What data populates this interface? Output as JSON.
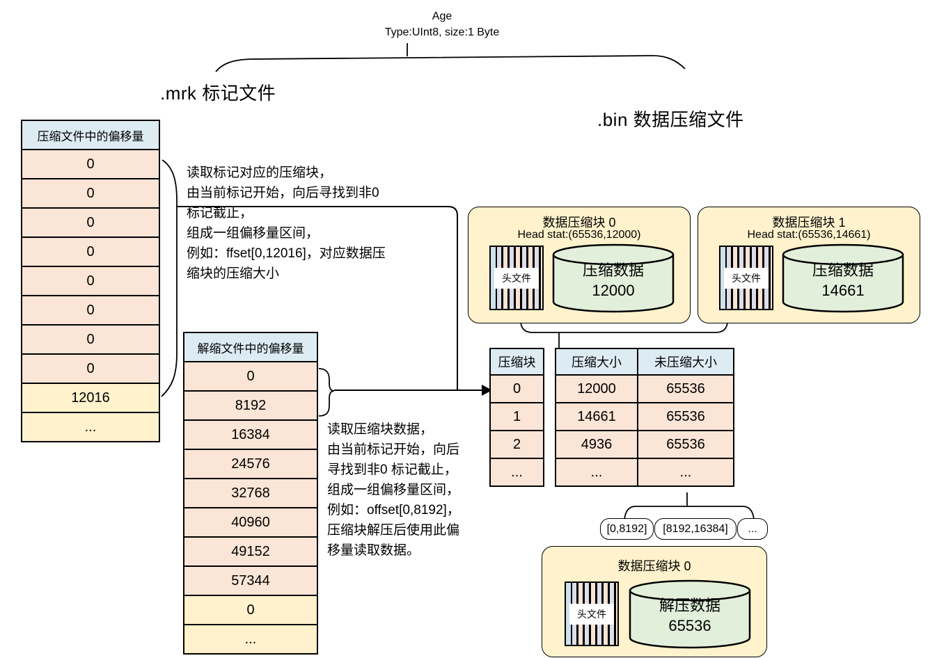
{
  "annotation": {
    "age_title": "Age",
    "age_subtitle": "Type:UInt8, size:1 Byte"
  },
  "file_labels": {
    "mrk": ".mrk 标记文件",
    "bin": ".bin 数据压缩文件"
  },
  "mrk_offset_table": {
    "header": "压缩文件中的偏移量",
    "rows": [
      "0",
      "0",
      "0",
      "0",
      "0",
      "0",
      "0",
      "0",
      "12016",
      "..."
    ]
  },
  "decompress_offset_table": {
    "header": "解缩文件中的偏移量",
    "rows": [
      "0",
      "8192",
      "16384",
      "24576",
      "32768",
      "40960",
      "49152",
      "57344",
      "0",
      "..."
    ]
  },
  "note_mark_read": {
    "lines": [
      "读取标记对应的压缩块，",
      "由当前标记开始，向后寻找到非0",
      "标记截止，",
      "组成一组偏移量区间，",
      "例如：ffset[0,12016]，对应数据压",
      "缩块的压缩大小"
    ]
  },
  "note_block_read": {
    "lines": [
      "读取压缩块数据，",
      "由当前标记开始，向后",
      "寻找到非0 标记截止，",
      "组成一组偏移量区间，",
      "例如：offset[0,8192]，",
      "压缩块解压后使用此偏",
      "移量读取数据。"
    ]
  },
  "compress_block_0": {
    "title": "数据压缩块 0",
    "head_stat": "Head stat:(65536,12000)",
    "header_file": "头文件",
    "cylinder_label": "压缩数据",
    "cylinder_value": "12000"
  },
  "compress_block_1": {
    "title": "数据压缩块 1",
    "head_stat": "Head stat:(65536,14661)",
    "header_file": "头文件",
    "cylinder_label": "压缩数据",
    "cylinder_value": "14661"
  },
  "block_index_table": {
    "header": "压缩块",
    "rows": [
      "0",
      "1",
      "2",
      "..."
    ]
  },
  "block_size_table": {
    "headers": [
      "压缩大小",
      "未压缩大小"
    ],
    "rows": [
      [
        "12000",
        "65536"
      ],
      [
        "14661",
        "65536"
      ],
      [
        "4936",
        "65536"
      ],
      [
        "...",
        "..."
      ]
    ]
  },
  "offset_ranges": [
    "[0,8192]",
    "[8192,16384]",
    "..."
  ],
  "decompressed_block": {
    "title": "数据压缩块 0",
    "header_file": "头文件",
    "cylinder_label": "解压数据",
    "cylinder_value": "65536"
  },
  "colors": {
    "table_header_blue": "#ddebf3",
    "row_peach": "#fbe5d6",
    "highlight_yellow": "#fff2cc",
    "block_cream": "#fff2cc",
    "cylinder_green": "#e2efda"
  }
}
